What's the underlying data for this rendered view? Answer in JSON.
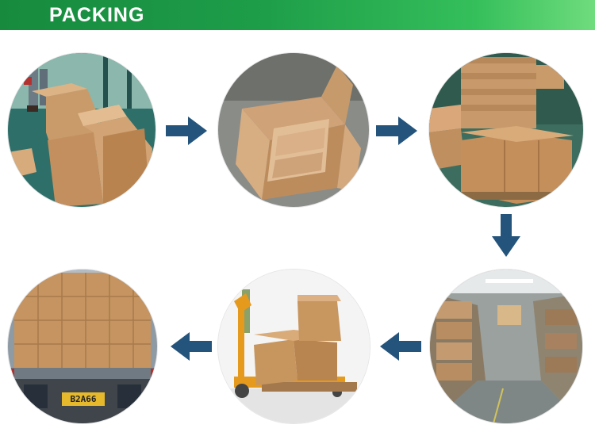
{
  "header": {
    "title": "PACKING",
    "colors": [
      "#178a3e",
      "#35bf5b",
      "#6fdc7d"
    ]
  },
  "arrow_color": "#24547c",
  "steps": [
    {
      "name": "assembling-boxes"
    },
    {
      "name": "open-carton"
    },
    {
      "name": "cartons-on-pallet"
    },
    {
      "name": "warehouse"
    },
    {
      "name": "pallet-jack-loading"
    },
    {
      "name": "truck-loading"
    }
  ],
  "truck": {
    "plate": "B2A66"
  }
}
